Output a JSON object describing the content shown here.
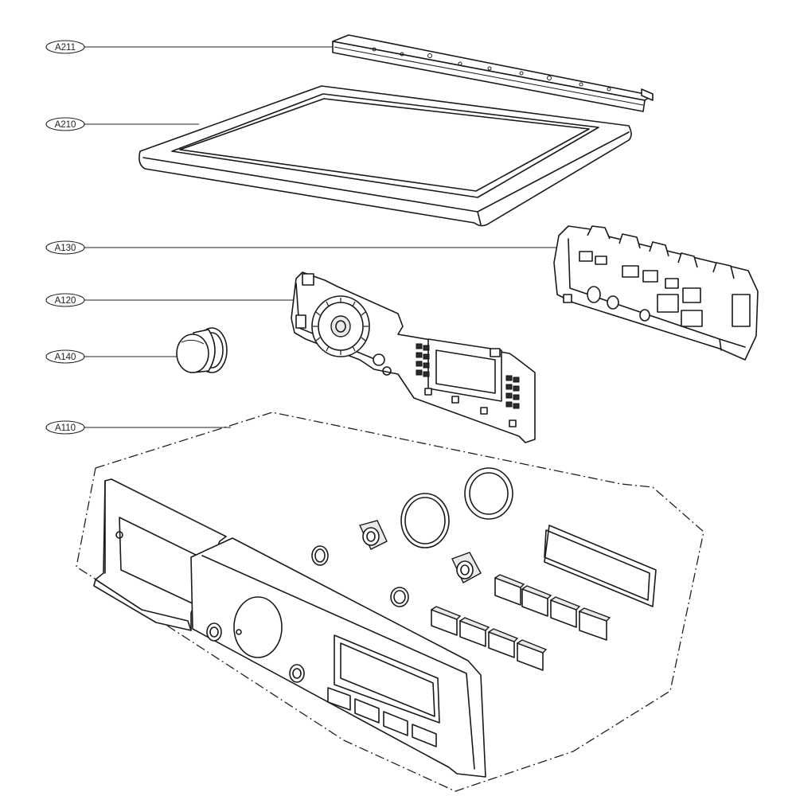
{
  "callouts": [
    {
      "id": "A211",
      "label": "A211"
    },
    {
      "id": "A210",
      "label": "A210"
    },
    {
      "id": "A130",
      "label": "A130"
    },
    {
      "id": "A120",
      "label": "A120"
    },
    {
      "id": "A140",
      "label": "A140"
    },
    {
      "id": "A110",
      "label": "A110"
    }
  ],
  "colors": {
    "line": "#1a1a1a",
    "background": "#ffffff"
  }
}
